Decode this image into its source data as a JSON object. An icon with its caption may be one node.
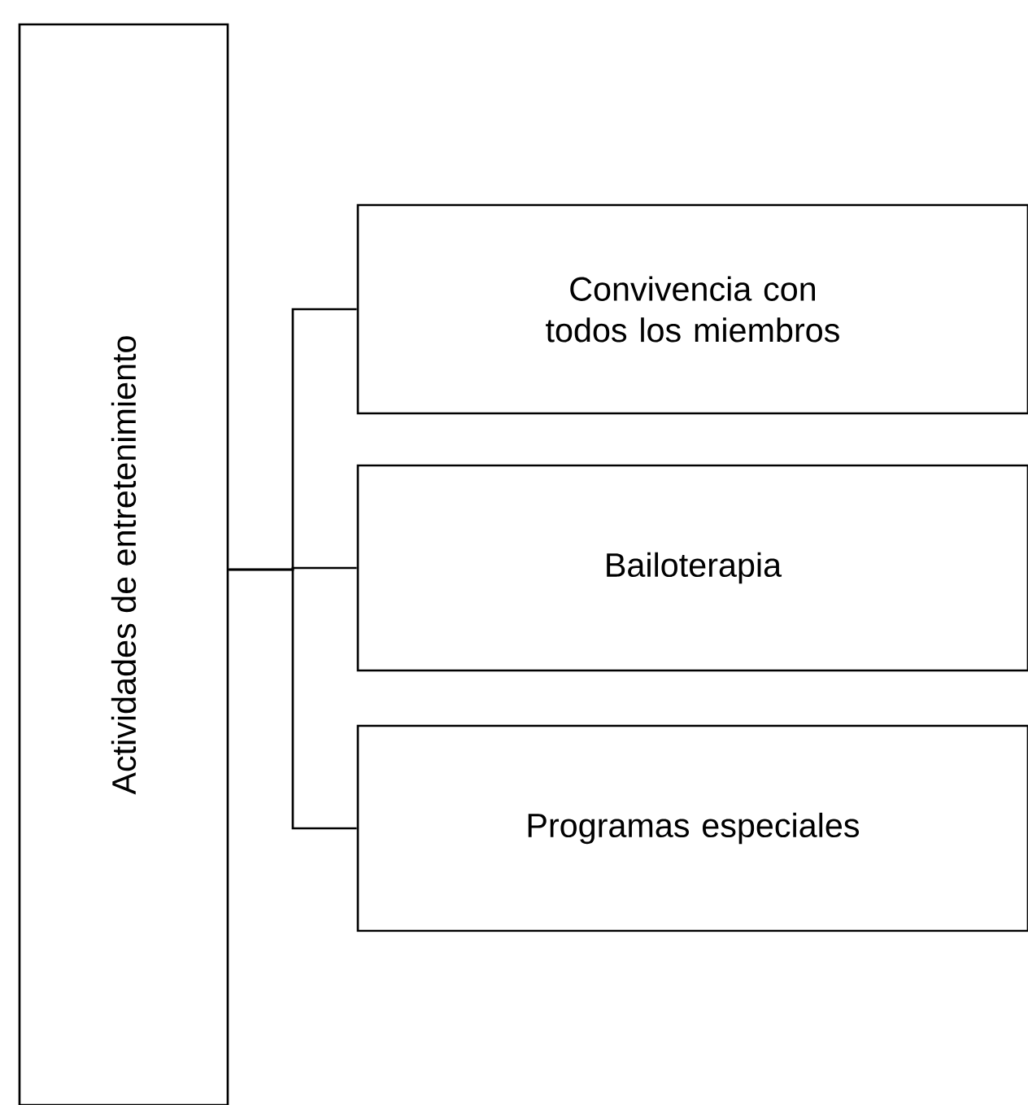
{
  "diagram": {
    "nodes": [
      {
        "text": [
          "Actividades de entretenimiento"
        ]
      },
      {
        "text": [
          "Convivencia con todos los miembros"
        ]
      },
      {
        "text": [
          "Bailoterapia"
        ]
      },
      {
        "text": [
          "Programas especiales"
        ]
      }
    ],
    "edges": [
      {
        "from": 0,
        "to": 1,
        "arrow": "none"
      },
      {
        "from": 0,
        "to": 2,
        "arrow": "none"
      },
      {
        "from": 0,
        "to": 3,
        "arrow": "none"
      }
    ]
  }
}
